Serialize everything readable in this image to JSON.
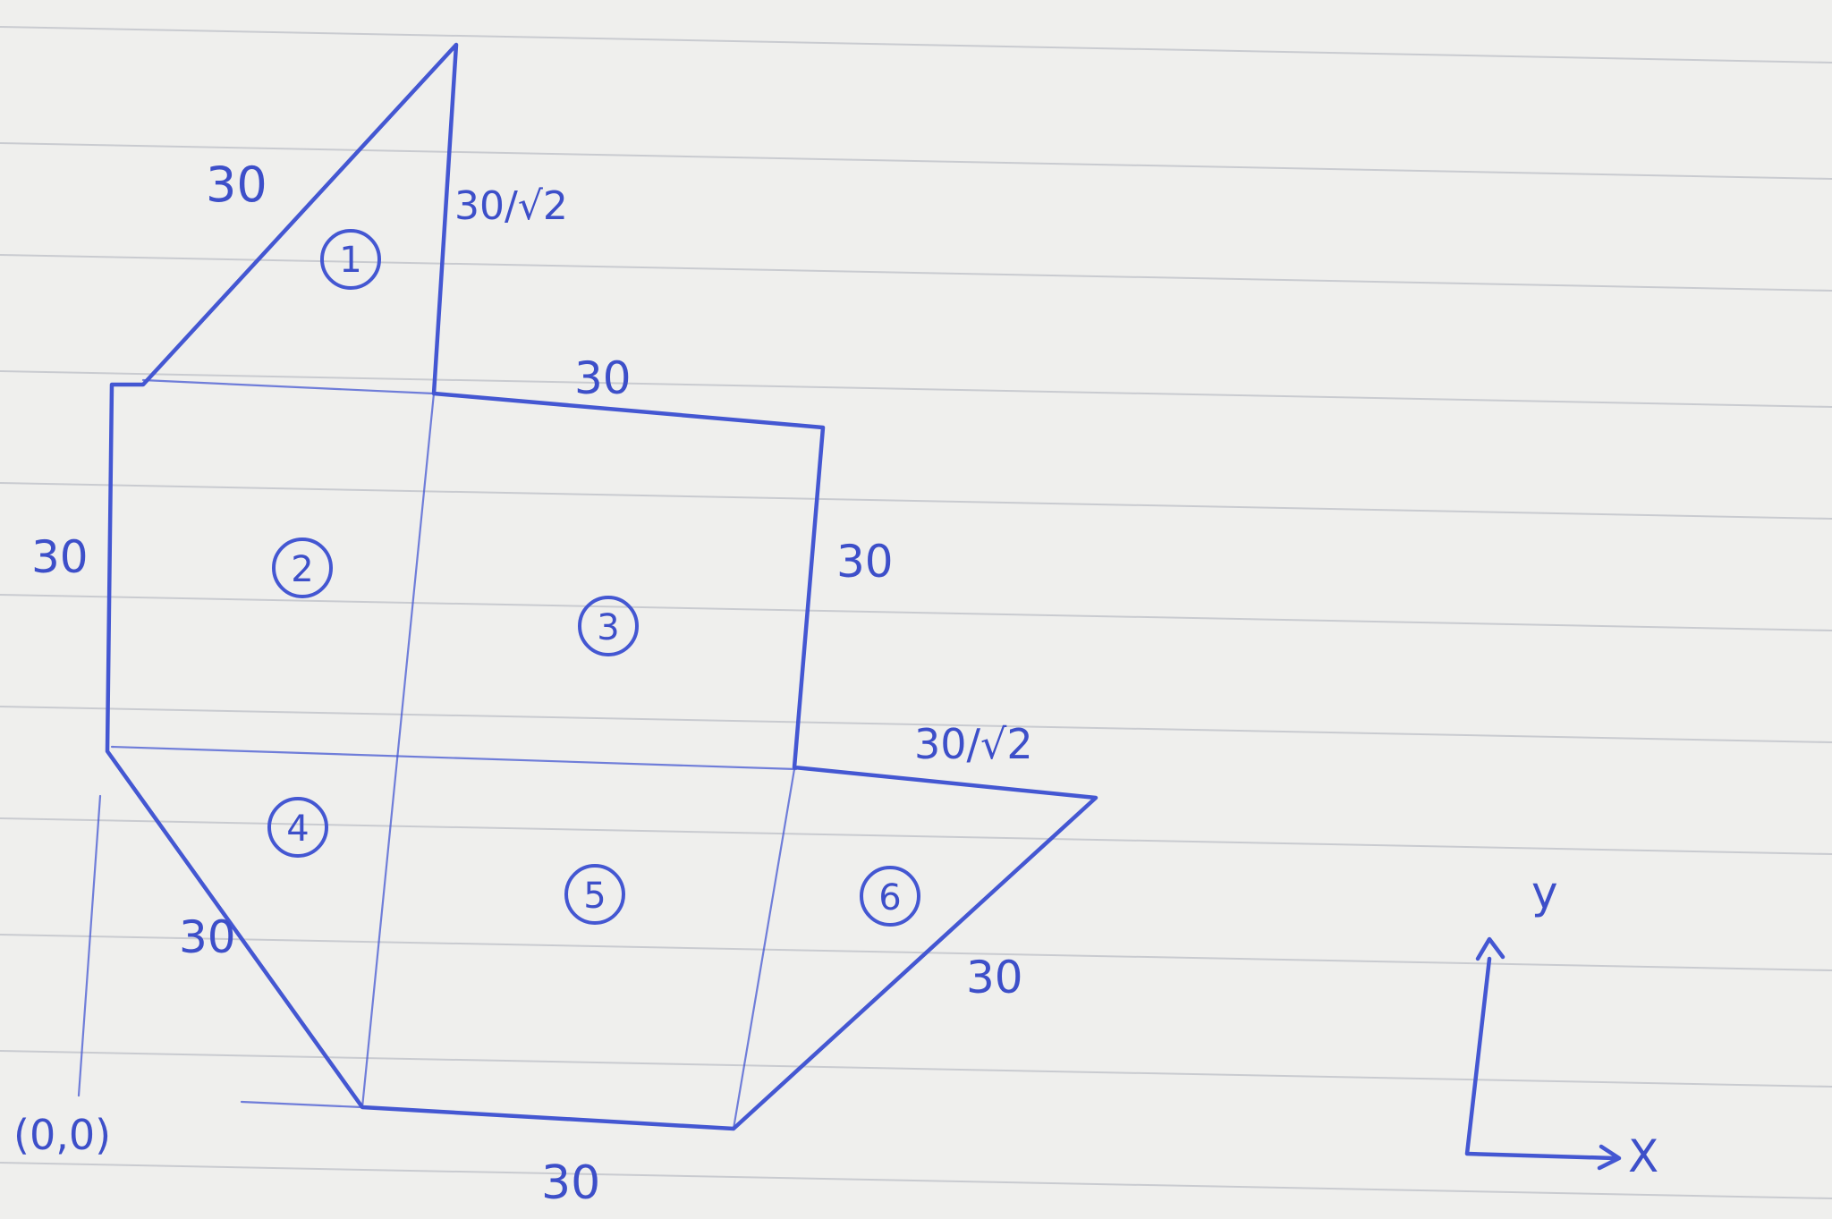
{
  "diagram": {
    "origin_label": "(0,0)",
    "regions": [
      "1",
      "2",
      "3",
      "4",
      "5",
      "6"
    ],
    "dimensions": {
      "top_hypotenuse": "30",
      "right_of_region1": "30/√2",
      "top_of_region3": "30",
      "left_side": "30",
      "right_side": "30",
      "step_right": "30/√2",
      "lower_left_slant": "30",
      "lower_right_slant": "30",
      "bottom": "30"
    },
    "axes": {
      "x_label": "X",
      "y_label": "y"
    }
  }
}
